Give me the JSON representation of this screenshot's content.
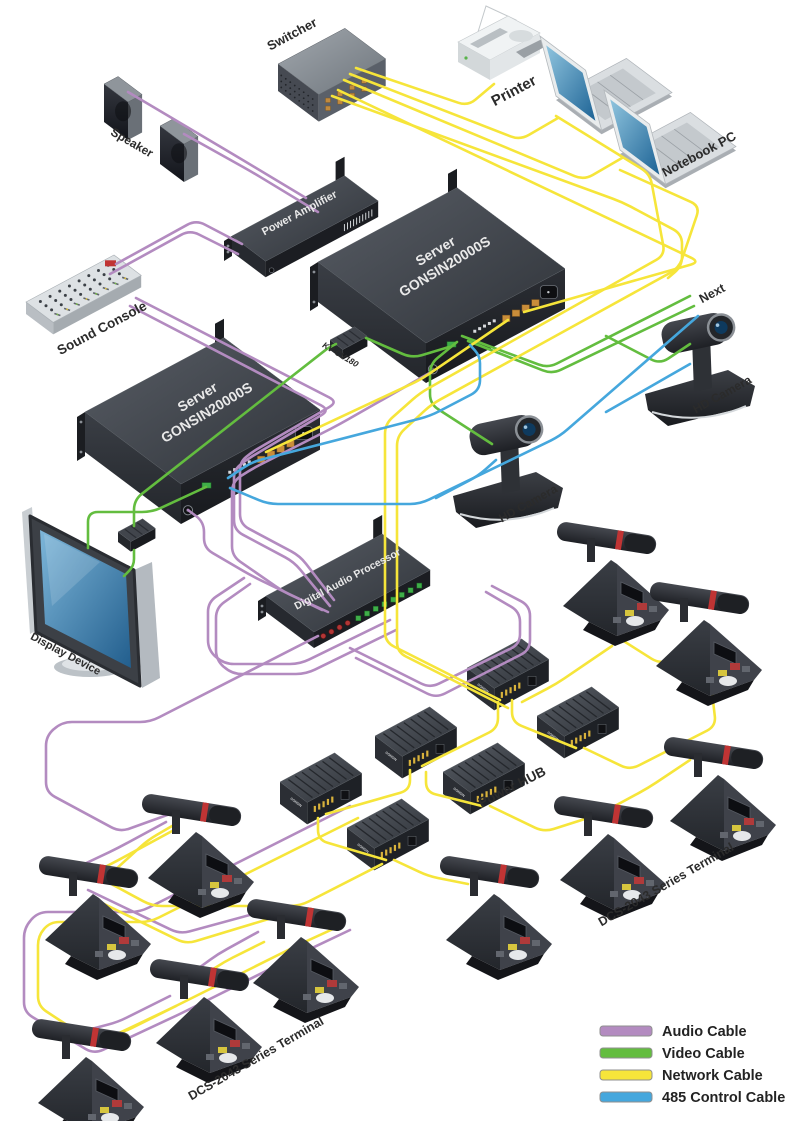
{
  "diagram": {
    "labels": {
      "switcher": "Switcher",
      "printer": "Printer",
      "notebook_pc": "Notebook PC",
      "speaker": "Speaker",
      "power_amplifier": "Power Amplifier",
      "server_line1": "Server",
      "server_line2": "GONSIN20000S",
      "sound_console": "Sound Console",
      "kv_converter": "KV-CV180",
      "hd_camera": "HD Camera",
      "next": "Next",
      "display_device": "Display Device",
      "digital_audio_processor": "Digital Audio Processor",
      "power_hub": "Power HUB",
      "dcs_terminal": "DCS-2043 Series Terminal",
      "device_brand": "GONSIN"
    },
    "legend": {
      "items": [
        {
          "label": "Audio Cable",
          "color": "#b38bc0"
        },
        {
          "label": "Video Cable",
          "color": "#63bd3f"
        },
        {
          "label": "Network Cable",
          "color": "#f6e53a"
        },
        {
          "label": "485 Control Cable",
          "color": "#45a7dd"
        }
      ]
    }
  }
}
